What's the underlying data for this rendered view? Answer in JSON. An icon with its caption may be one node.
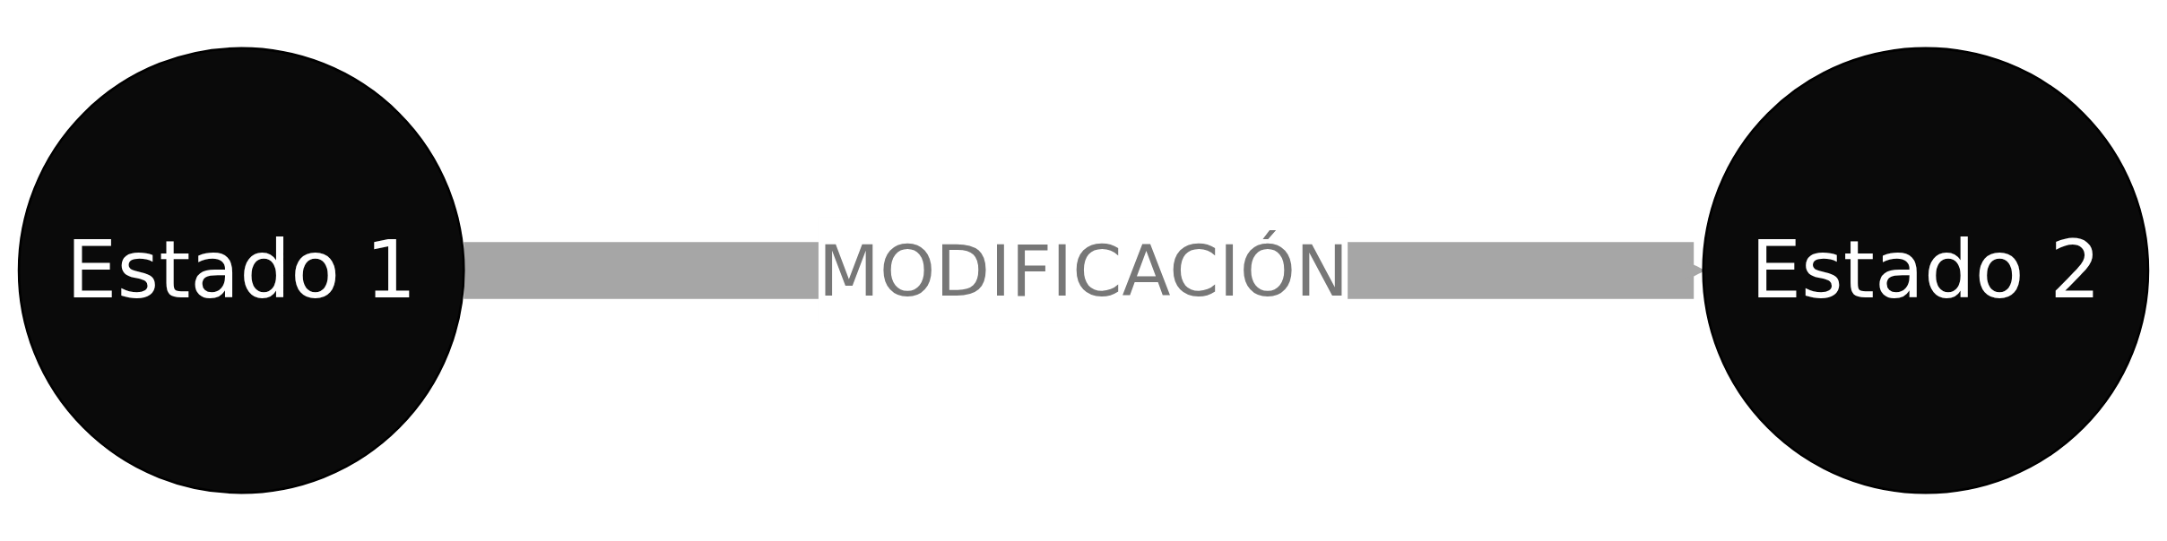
{
  "diagram": {
    "nodes": [
      {
        "text": [
          "Estado 1"
        ]
      },
      {
        "text": [
          "Estado 2"
        ]
      }
    ],
    "edges": [
      {
        "from": 0,
        "to": 1,
        "arrow": "to",
        "label": "MODIFICACIÓN"
      }
    ]
  }
}
